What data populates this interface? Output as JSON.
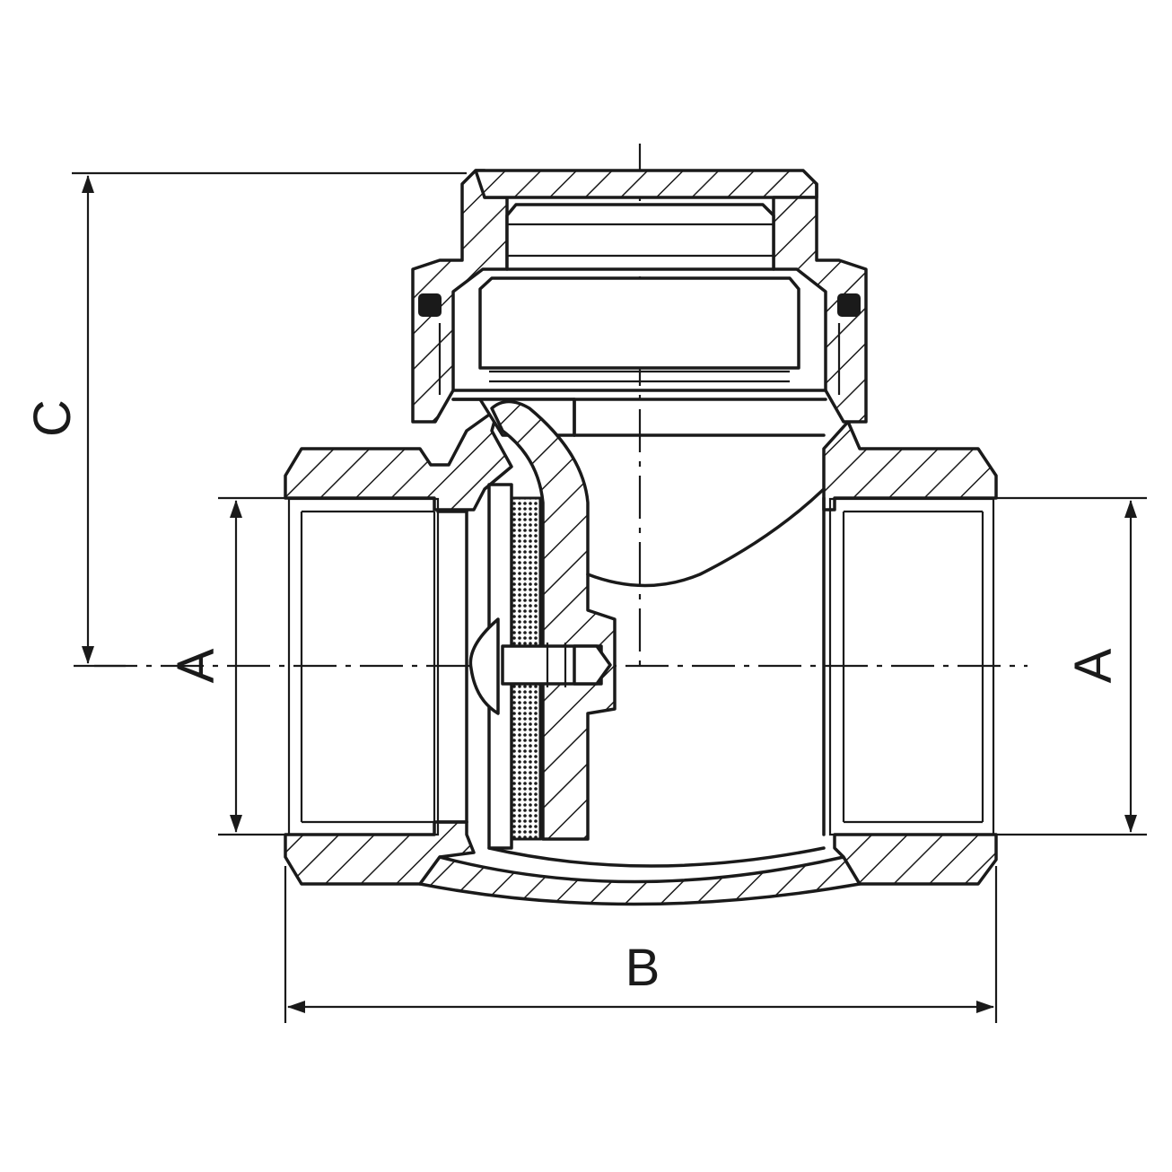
{
  "labels": {
    "dimension_a_left": "A",
    "dimension_a_right": "A",
    "dimension_b": "B",
    "dimension_c": "C"
  },
  "colors": {
    "line": "#1a1a1a",
    "background": "#ffffff"
  }
}
